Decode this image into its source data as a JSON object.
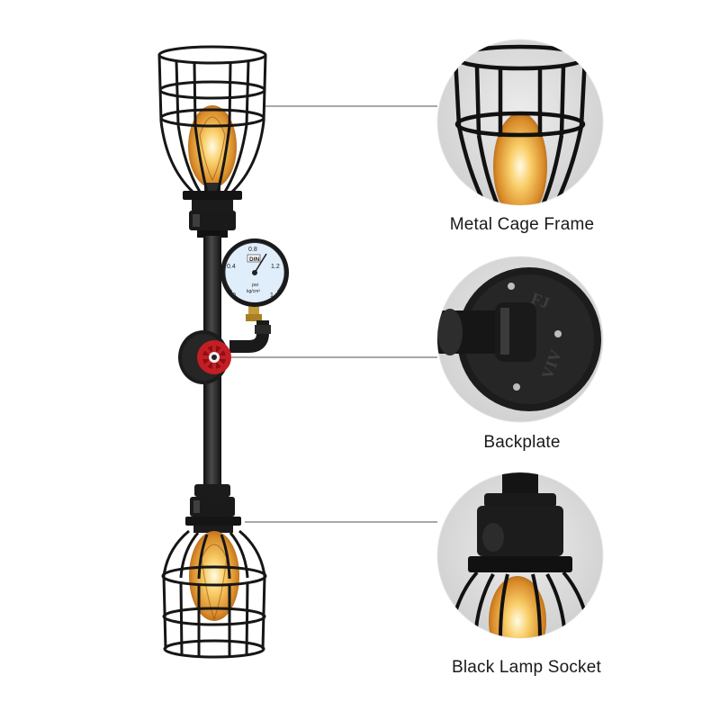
{
  "callouts": [
    {
      "label": "Metal Cage Frame"
    },
    {
      "label": "Backplate"
    },
    {
      "label": "Black Lamp Socket"
    }
  ],
  "gauge": {
    "brand": "DIN",
    "ticks": [
      "0",
      "0.4",
      "0.8",
      "1.2",
      "1.6"
    ],
    "unit_line1": "psi",
    "unit_line2": "kg/cm²"
  },
  "plate_marks": [
    "FJ",
    "VIV"
  ],
  "colors": {
    "metal": "#1b1b1b",
    "metal_highlight": "#5a5a5a",
    "circle_bg": "#dcdcdc",
    "callout_line": "#8a8a8a",
    "bulb_glow": "#f3b24a",
    "bulb_core": "#fff6d8",
    "valve": "#c41e24",
    "gauge_face": "#dfeefa"
  },
  "icons": [
    "valve-handle-icon",
    "pressure-gauge-icon",
    "light-bulb-icon"
  ]
}
